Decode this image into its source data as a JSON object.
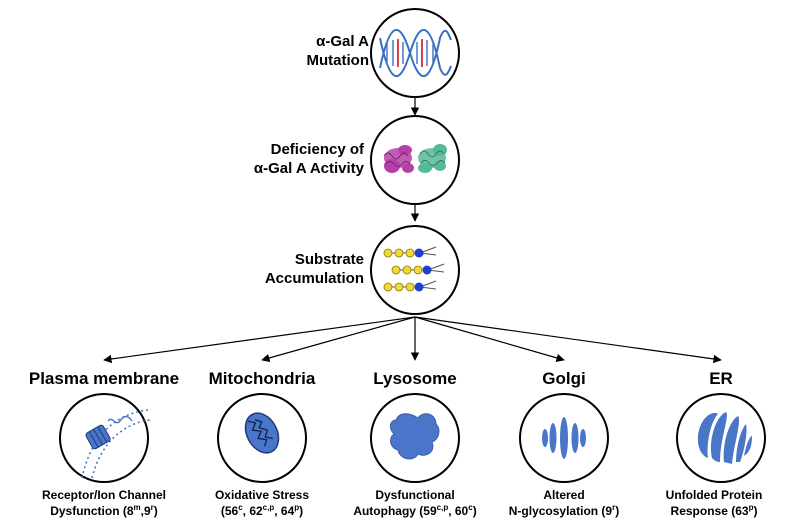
{
  "steps": [
    {
      "label_line1": "α-Gal A",
      "label_line2": "Mutation",
      "icon": "dna-helix-icon"
    },
    {
      "label_line1": "Deficiency of",
      "label_line2": "α-Gal A Activity",
      "icon": "protein-structure-icon"
    },
    {
      "label_line1": "Substrate",
      "label_line2": "Accumulation",
      "icon": "glycolipid-chain-icon"
    }
  ],
  "organelles": [
    {
      "title": "Plasma membrane",
      "icon": "membrane-channel-icon",
      "caption_line1": "Receptor/Ion Channel",
      "caption_line2_parts": [
        "Dysfunction (8",
        "m",
        ",9",
        "r",
        ")"
      ]
    },
    {
      "title": "Mitochondria",
      "icon": "mitochondrion-icon",
      "caption_line1": "Oxidative Stress",
      "caption_line2_parts": [
        "(56",
        "c",
        ", 62",
        "c,p",
        ", 64",
        "p",
        ")"
      ]
    },
    {
      "title": "Lysosome",
      "icon": "lysosome-icon",
      "caption_line1": "Dysfunctional",
      "caption_line2_parts": [
        "Autophagy (59",
        "c,p",
        ", 60",
        "c",
        ")"
      ]
    },
    {
      "title": "Golgi",
      "icon": "golgi-icon",
      "caption_line1": "Altered",
      "caption_line2_parts": [
        "N-glycosylation (9",
        "r",
        ")"
      ]
    },
    {
      "title": "ER",
      "icon": "endoplasmic-reticulum-icon",
      "caption_line1": "Unfolded Protein",
      "caption_line2_parts": [
        "Response (63",
        "p",
        ")"
      ]
    }
  ],
  "colors": {
    "organelle_blue": "#4a76c9",
    "organelle_dark": "#1f3b7a",
    "dna_blue": "#3a6fc4",
    "dna_red": "#d9434f",
    "protein_magenta": "#b640a8",
    "protein_teal": "#57b89a",
    "sugar_yellow": "#f2d833",
    "sugar_blue": "#1f3fd0"
  }
}
